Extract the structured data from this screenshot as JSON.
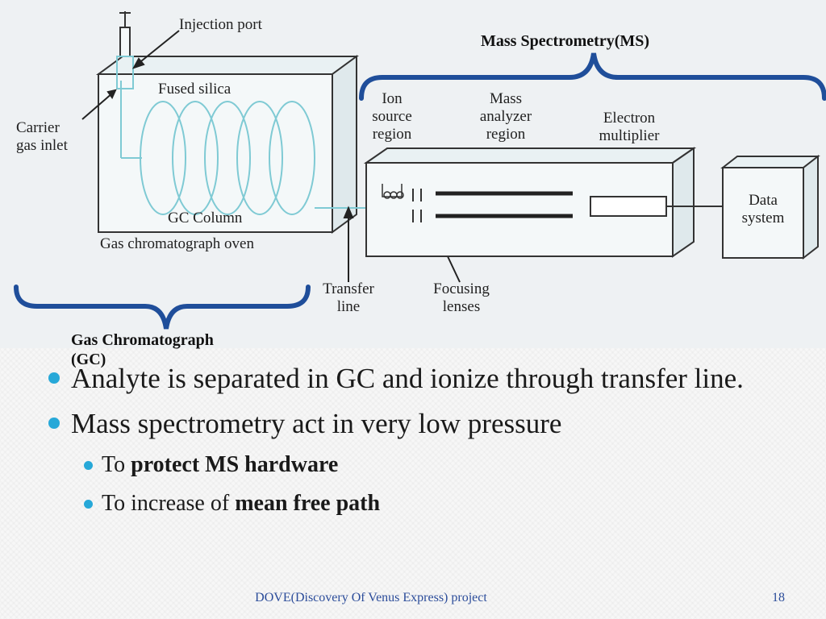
{
  "diagram": {
    "labels": {
      "injection_port": "Injection port",
      "fused_silica": "Fused silica",
      "carrier_gas_inlet": "Carrier\ngas inlet",
      "gc_column": "GC Column",
      "oven": "Gas chromatograph oven",
      "ion_source": "Ion\nsource\nregion",
      "mass_analyzer": "Mass\nanalyzer\nregion",
      "electron_multiplier": "Electron\nmultiplier",
      "data_system": "Data\nsystem",
      "transfer_line": "Transfer\nline",
      "focusing_lenses": "Focusing\nlenses"
    },
    "ms_title": "Mass Spectrometry(MS)",
    "gc_title": "Gas Chromatograph\n(GC)"
  },
  "bullets": [
    {
      "text": "Analyte is separated in GC and ionize through transfer line.",
      "sub": [
        {
          "prefix": "",
          "bold": ""
        }
      ]
    },
    {
      "text": "Mass spectrometry act in very low pressure",
      "sub": [
        {
          "prefix": "To ",
          "bold": "protect MS hardware"
        },
        {
          "prefix": "To increase of ",
          "bold": "mean free path"
        }
      ]
    }
  ],
  "footer": {
    "text": "DOVE(Discovery Of Venus Express) project",
    "page": "18"
  },
  "colors": {
    "accent": "#27a8d8",
    "bracket": "#1f4e9a",
    "footer": "#2b4c9a",
    "instrument_line": "#8fc7cf"
  }
}
